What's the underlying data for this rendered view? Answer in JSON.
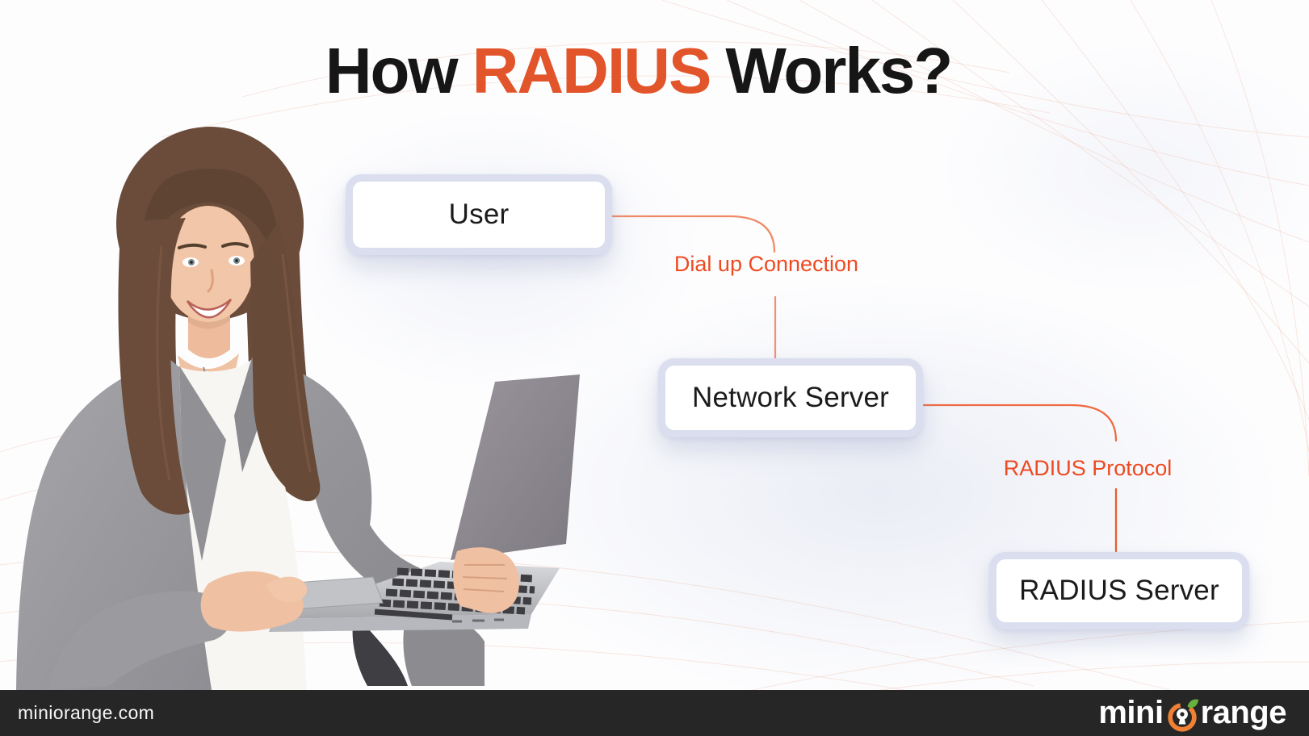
{
  "title": {
    "prefix": "How",
    "highlight": "RADIUS",
    "suffix": "Works?"
  },
  "diagram": {
    "nodes": {
      "user": {
        "label": "User"
      },
      "network_server": {
        "label": "Network Server"
      },
      "radius_server": {
        "label": "RADIUS Server"
      }
    },
    "connections": {
      "dial_up": {
        "label": "Dial up Connection"
      },
      "radius_protocol": {
        "label": "RADIUS Protocol"
      }
    }
  },
  "illustration": {
    "alt": "Woman holding a laptop"
  },
  "footer": {
    "website": "miniorange.com",
    "logo": {
      "text_before": "mini",
      "text_after": "range",
      "icon": "miniorange-keyhole-orange-icon"
    }
  },
  "colors": {
    "accent_orange": "#e2542a",
    "label_orange": "#ee4a21",
    "connector_line": "#ee6f48",
    "box_border": "#dadeee",
    "box_text": "#1b1b1d",
    "footer_bg": "#262626",
    "logo_orange": "#f08033",
    "leaf_green": "#67b23d"
  }
}
